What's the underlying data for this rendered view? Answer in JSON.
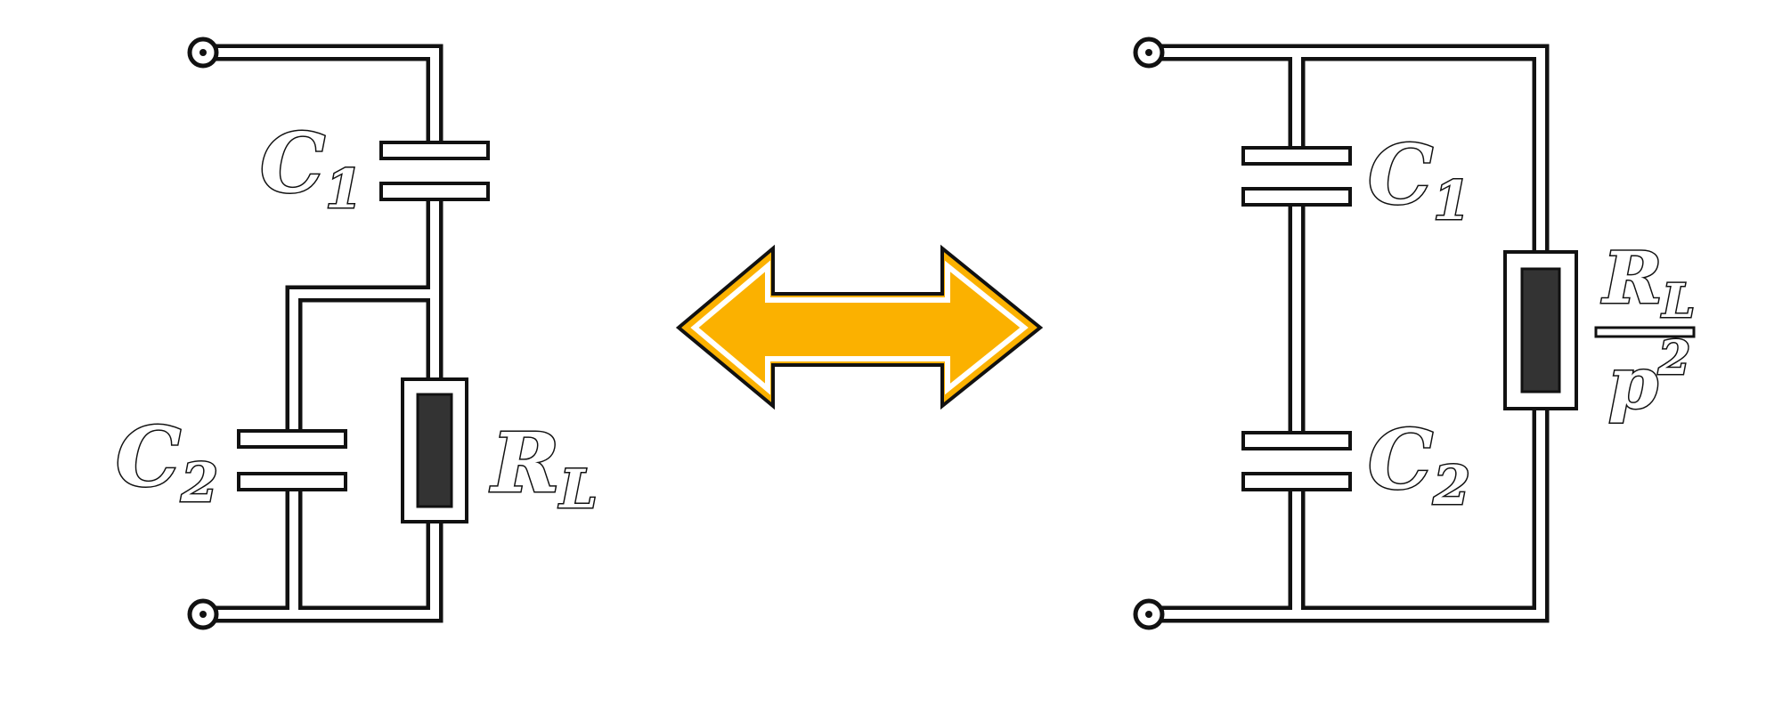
{
  "colors": {
    "wire_outline": "#111111",
    "wire_fill": "#ffffff",
    "resistor_core": "#333333",
    "arrow_fill": "#FBB100",
    "background": "#ffffff"
  },
  "left_circuit": {
    "c1": {
      "symbol": "C",
      "sub": "1"
    },
    "c2": {
      "symbol": "C",
      "sub": "2"
    },
    "rl": {
      "symbol": "R",
      "sub": "L"
    }
  },
  "equivalence_arrow": {
    "icon": "double-arrow-icon"
  },
  "right_circuit": {
    "c1": {
      "symbol": "C",
      "sub": "1"
    },
    "c2": {
      "symbol": "C",
      "sub": "2"
    },
    "rl_transformed": {
      "numerator_symbol": "R",
      "numerator_sub": "L",
      "denominator_symbol": "p",
      "denominator_exp": "2"
    }
  }
}
